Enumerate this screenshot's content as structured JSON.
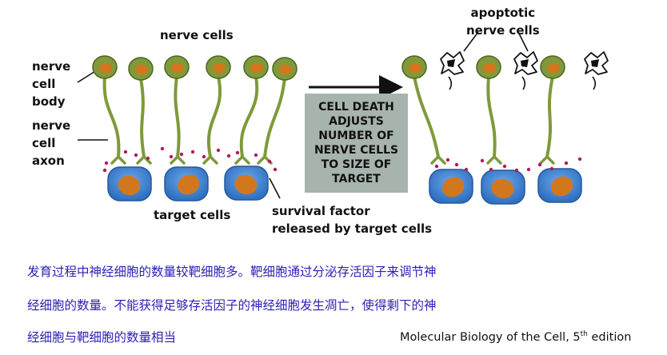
{
  "labels": {
    "nerve_cells": "nerve cells",
    "nerve_cell_body": [
      "nerve",
      "cell",
      "body"
    ],
    "nerve_cell_axon": [
      "nerve",
      "cell",
      "axon"
    ],
    "target_cells": "target cells",
    "survival_factor": [
      "survival factor",
      "released by target cells"
    ],
    "apoptotic": [
      "apoptotic",
      "nerve cells"
    ]
  },
  "center_box": [
    "CELL DEATH",
    "ADJUSTS",
    "NUMBER OF",
    "NERVE CELLS",
    "TO SIZE OF",
    "TARGET"
  ],
  "caption_lines": [
    "发育过程中神经细胞的数量较靶细胞多。靶细胞通过分泌存活因子来调节神",
    "经细胞的数量。不能获得足够存活因子的神经细胞发生凋亡，使得剩下的神",
    "经细胞与靶细胞的数量相当"
  ],
  "credit": {
    "text": "Molecular Biology of the Cell, 5",
    "sup": "th",
    "suffix": " edition"
  },
  "colors": {
    "cell_green": "#7e9a3a",
    "nucleus_orange": "#d1771e",
    "target_blue": "#4a8fd6",
    "factor_dot": "#b01c5a",
    "box_gray": "#a7b4ae",
    "caption_blue": "#2c1fb5"
  }
}
